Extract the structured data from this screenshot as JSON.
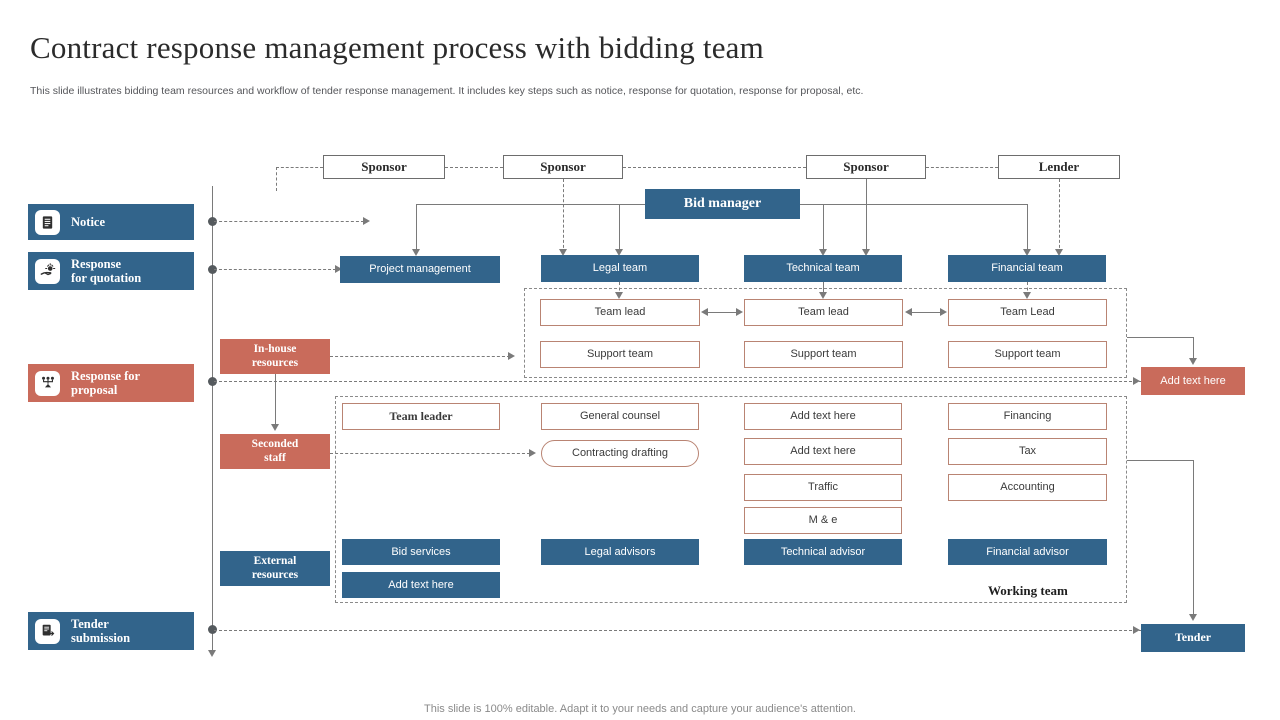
{
  "header": {
    "title": "Contract response management process with bidding team",
    "subtitle": "This slide illustrates bidding team resources and workflow of tender response management. It includes key steps such as notice, response for quotation, response for proposal, etc.",
    "footer": "This slide is 100% editable. Adapt it to your needs and capture your audience's attention."
  },
  "colors": {
    "blue": "#32648B",
    "salmon": "#C96B5B",
    "outline": "#B98473",
    "connector": "#7a7a7a",
    "text_dark": "#2b2b2b"
  },
  "stages": [
    {
      "label": "Notice",
      "icon": "document-icon",
      "style": "blue"
    },
    {
      "label": "Response\nfor quotation",
      "icon": "handshake-icon",
      "style": "blue"
    },
    {
      "label": "Response for\nproposal",
      "icon": "network-icon",
      "style": "salmon"
    },
    {
      "label": "Tender\nsubmission",
      "icon": "submit-file-icon",
      "style": "blue"
    }
  ],
  "top_row": [
    {
      "label": "Sponsor"
    },
    {
      "label": "Sponsor"
    },
    {
      "label": "Sponsor"
    },
    {
      "label": "Lender"
    }
  ],
  "bid_manager": {
    "label": "Bid manager"
  },
  "teams": [
    {
      "label": "Project management"
    },
    {
      "label": "Legal team"
    },
    {
      "label": "Technical team"
    },
    {
      "label": "Financial team"
    }
  ],
  "leads": [
    {
      "label": "Team lead"
    },
    {
      "label": "Team lead"
    },
    {
      "label": "Team Lead"
    }
  ],
  "support": [
    {
      "label": "Support team"
    },
    {
      "label": "Support team"
    },
    {
      "label": "Support team"
    }
  ],
  "resources": [
    {
      "label": "In-house\nresources",
      "style": "salmon"
    },
    {
      "label": "Seconded\nstaff",
      "style": "salmon"
    },
    {
      "label": "External\nresources",
      "style": "blue"
    }
  ],
  "working_team": {
    "label": "Working team",
    "col1": [
      {
        "label": "Team leader",
        "shape": "rect",
        "emphasis": "bold"
      }
    ],
    "col2": [
      {
        "label": "General counsel",
        "shape": "rect"
      },
      {
        "label": "Contracting drafting",
        "shape": "pill"
      }
    ],
    "col3": [
      {
        "label": "Add text here",
        "shape": "rect"
      },
      {
        "label": "Add text here",
        "shape": "rect"
      },
      {
        "label": "Traffic",
        "shape": "rect"
      },
      {
        "label": "M & e",
        "shape": "rect"
      }
    ],
    "col4": [
      {
        "label": "Financing",
        "shape": "rect"
      },
      {
        "label": "Tax",
        "shape": "rect"
      },
      {
        "label": "Accounting",
        "shape": "rect"
      }
    ],
    "advisors": [
      {
        "label": "Bid services"
      },
      {
        "label": "Legal advisors"
      },
      {
        "label": "Technical advisor"
      },
      {
        "label": "Financial advisor"
      }
    ],
    "extra": [
      {
        "label": "Add text here"
      }
    ]
  },
  "right_outputs": [
    {
      "label": "Add text here",
      "style": "salmon"
    },
    {
      "label": "Tender",
      "style": "blue"
    }
  ]
}
